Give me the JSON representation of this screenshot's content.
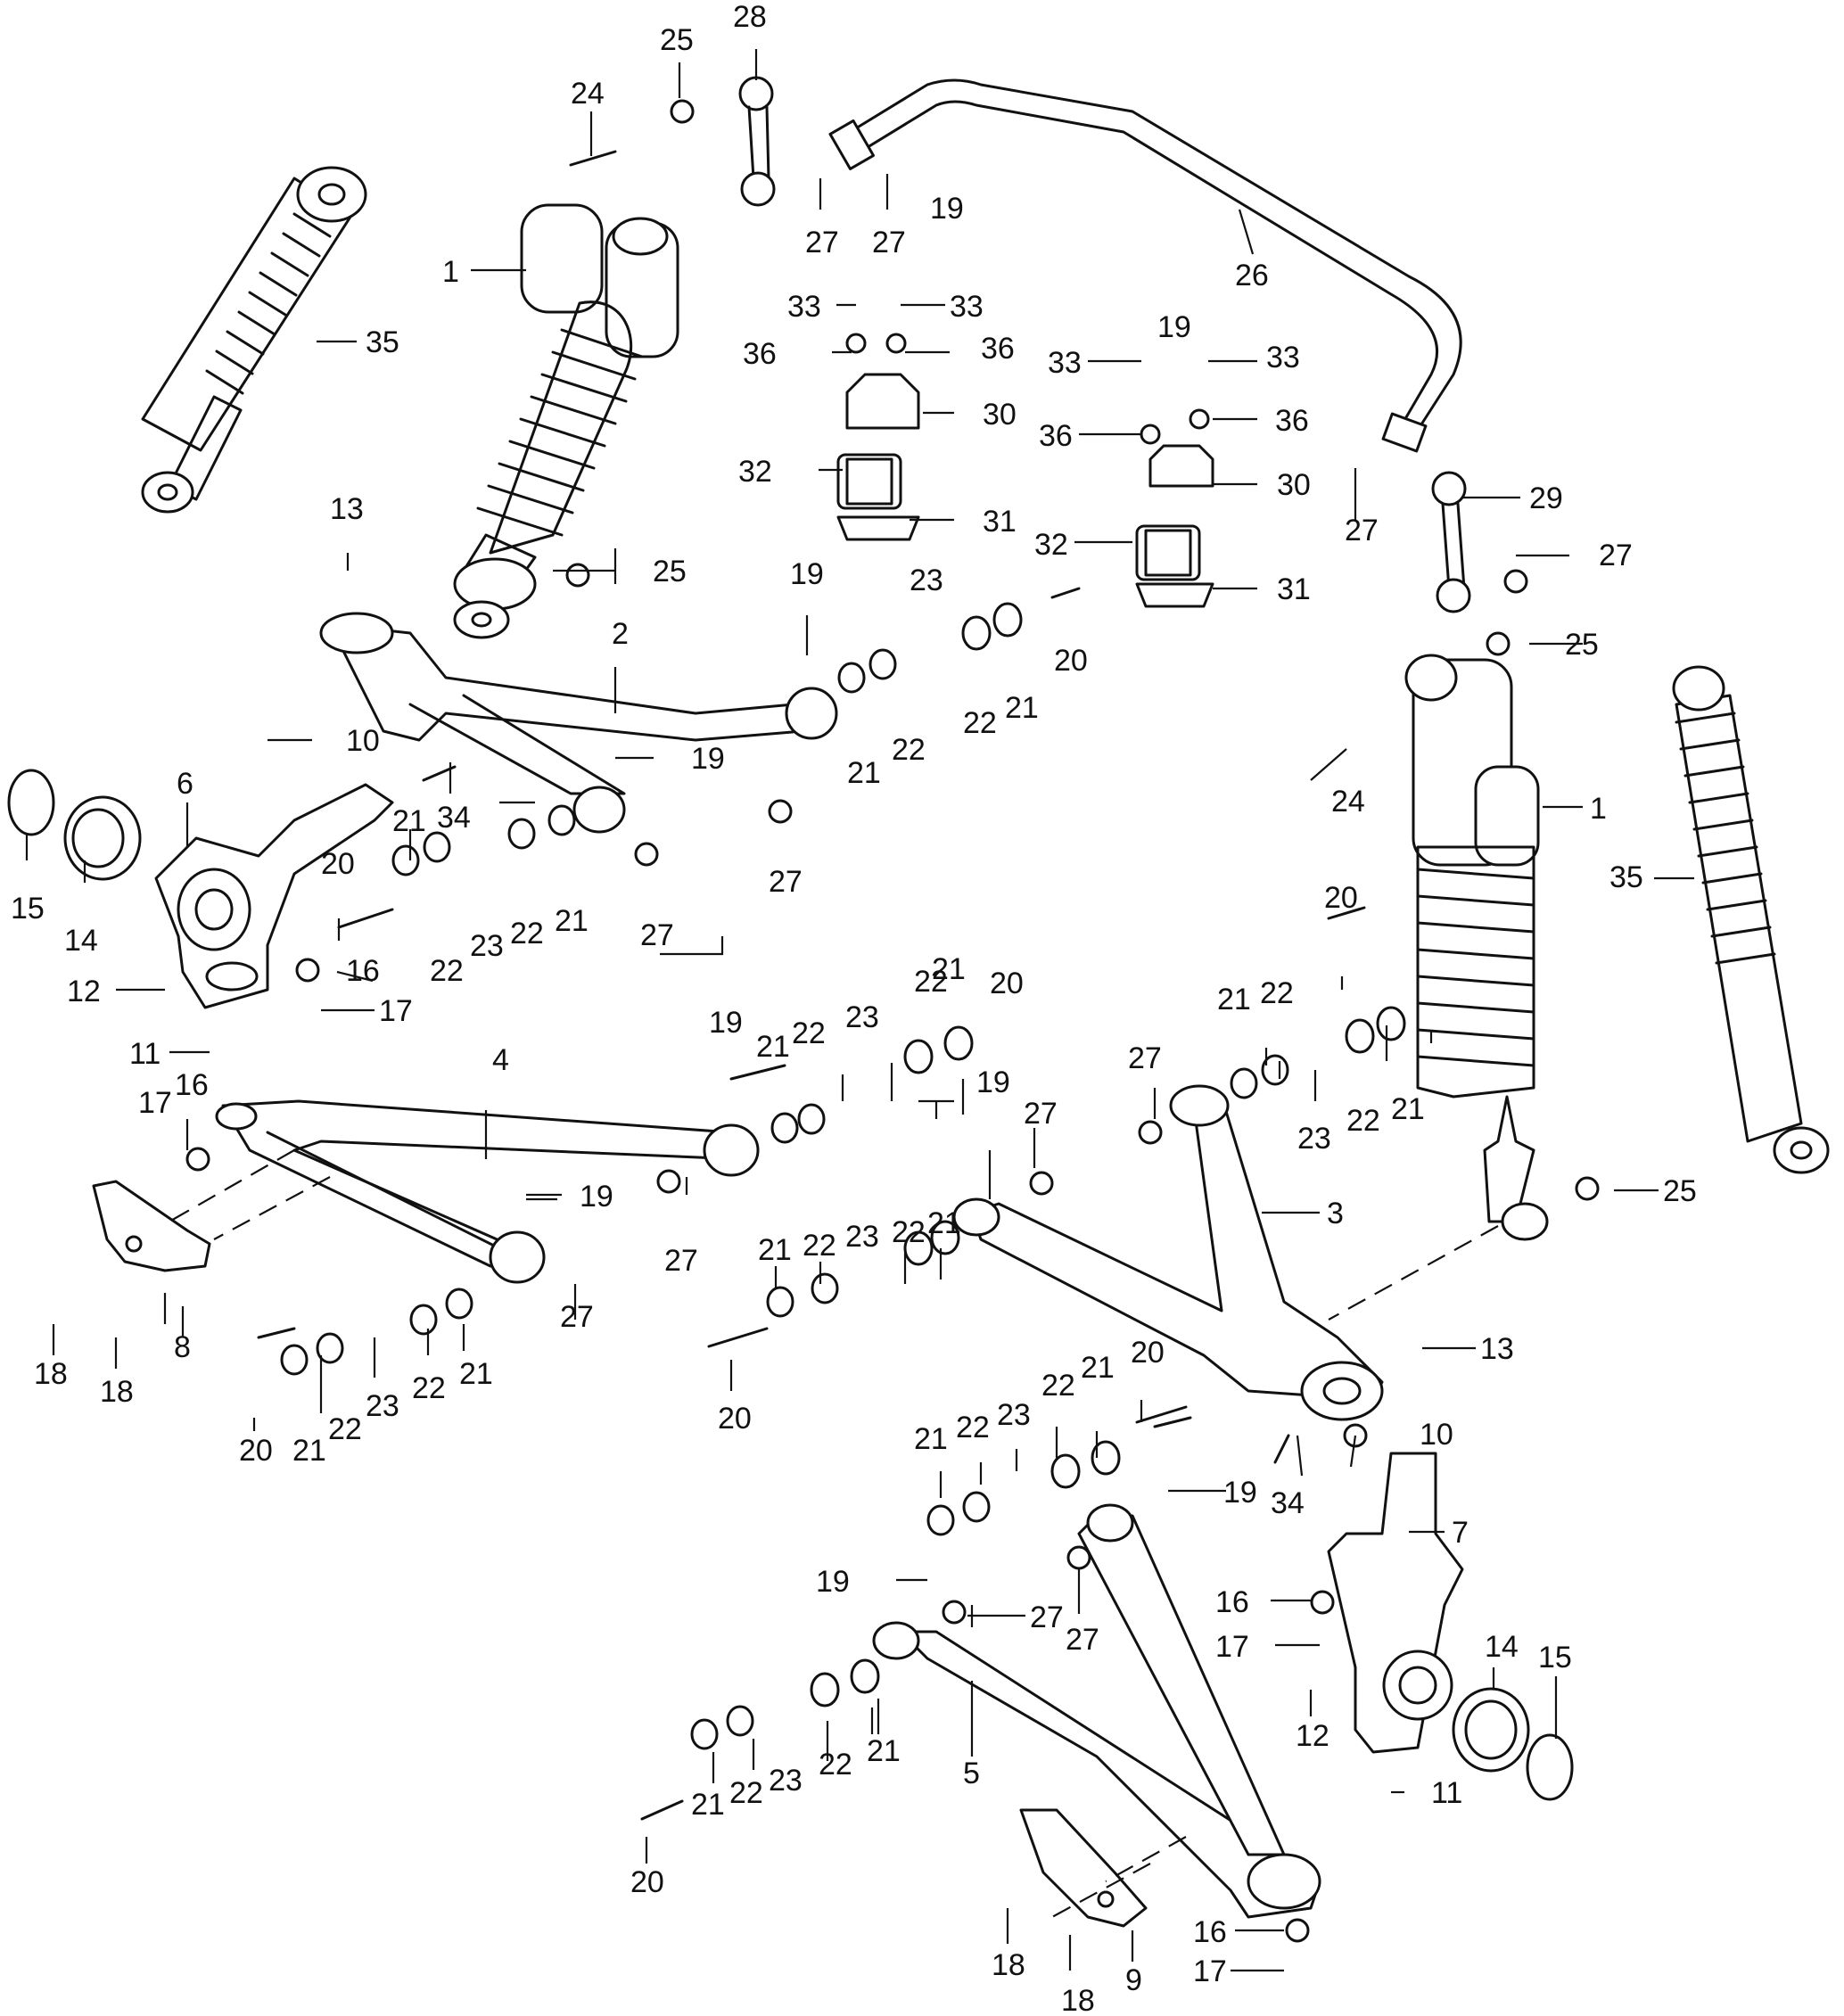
{
  "callouts": [
    {
      "id": "c28",
      "label": "28"
    },
    {
      "id": "c25a",
      "label": "25"
    },
    {
      "id": "c24a",
      "label": "24"
    },
    {
      "id": "c1a",
      "label": "1"
    },
    {
      "id": "c35a",
      "label": "35"
    },
    {
      "id": "c27a",
      "label": "27"
    },
    {
      "id": "c27b",
      "label": "27"
    },
    {
      "id": "c19a",
      "label": "19"
    },
    {
      "id": "c26",
      "label": "26"
    },
    {
      "id": "c33a",
      "label": "33"
    },
    {
      "id": "c33b",
      "label": "33"
    },
    {
      "id": "c36a",
      "label": "36"
    },
    {
      "id": "c36b",
      "label": "36"
    },
    {
      "id": "c30a",
      "label": "30"
    },
    {
      "id": "c32a",
      "label": "32"
    },
    {
      "id": "c31a",
      "label": "31"
    },
    {
      "id": "c19b",
      "label": "19"
    },
    {
      "id": "c33c",
      "label": "33"
    },
    {
      "id": "c33d",
      "label": "33"
    },
    {
      "id": "c36c",
      "label": "36"
    },
    {
      "id": "c36d",
      "label": "36"
    },
    {
      "id": "c30b",
      "label": "30"
    },
    {
      "id": "c32b",
      "label": "32"
    },
    {
      "id": "c31b",
      "label": "31"
    },
    {
      "id": "c29",
      "label": "29"
    },
    {
      "id": "c27c",
      "label": "27"
    },
    {
      "id": "c27d",
      "label": "27"
    },
    {
      "id": "c13a",
      "label": "13"
    },
    {
      "id": "c25b",
      "label": "25"
    },
    {
      "id": "c2",
      "label": "2"
    },
    {
      "id": "c19c",
      "label": "19"
    },
    {
      "id": "c23a",
      "label": "23"
    },
    {
      "id": "c20a",
      "label": "20"
    },
    {
      "id": "c21a",
      "label": "21"
    },
    {
      "id": "c22a",
      "label": "22"
    },
    {
      "id": "c22b",
      "label": "22"
    },
    {
      "id": "c21b",
      "label": "21"
    },
    {
      "id": "c25c",
      "label": "25"
    },
    {
      "id": "c24b",
      "label": "24"
    },
    {
      "id": "c1b",
      "label": "1"
    },
    {
      "id": "c35b",
      "label": "35"
    },
    {
      "id": "c10a",
      "label": "10"
    },
    {
      "id": "c19d",
      "label": "19"
    },
    {
      "id": "c27e",
      "label": "27"
    },
    {
      "id": "c34a",
      "label": "34"
    },
    {
      "id": "c15a",
      "label": "15"
    },
    {
      "id": "c14a",
      "label": "14"
    },
    {
      "id": "c6",
      "label": "6"
    },
    {
      "id": "c21c",
      "label": "21"
    },
    {
      "id": "c20b",
      "label": "20"
    },
    {
      "id": "c22c",
      "label": "22"
    },
    {
      "id": "c23b",
      "label": "23"
    },
    {
      "id": "c22d",
      "label": "22"
    },
    {
      "id": "c21d",
      "label": "21"
    },
    {
      "id": "c27f",
      "label": "27"
    },
    {
      "id": "c16a",
      "label": "16"
    },
    {
      "id": "c17a",
      "label": "17"
    },
    {
      "id": "c12a",
      "label": "12"
    },
    {
      "id": "c11a",
      "label": "11"
    },
    {
      "id": "c20c",
      "label": "20"
    },
    {
      "id": "c22e",
      "label": "22"
    },
    {
      "id": "c21e",
      "label": "21"
    },
    {
      "id": "c19e",
      "label": "19"
    },
    {
      "id": "c21f",
      "label": "21"
    },
    {
      "id": "c22f",
      "label": "22"
    },
    {
      "id": "c23c",
      "label": "23"
    },
    {
      "id": "c4",
      "label": "4"
    },
    {
      "id": "c17b",
      "label": "17"
    },
    {
      "id": "c16b",
      "label": "16"
    },
    {
      "id": "c19f",
      "label": "19"
    },
    {
      "id": "c27g",
      "label": "27"
    },
    {
      "id": "c8",
      "label": "8"
    },
    {
      "id": "c18a",
      "label": "18"
    },
    {
      "id": "c18b",
      "label": "18"
    },
    {
      "id": "c20d",
      "label": "20"
    },
    {
      "id": "c21g",
      "label": "21"
    },
    {
      "id": "c22g",
      "label": "22"
    },
    {
      "id": "c23d",
      "label": "23"
    },
    {
      "id": "c22h",
      "label": "22"
    },
    {
      "id": "c21h",
      "label": "21"
    },
    {
      "id": "c27h",
      "label": "27"
    },
    {
      "id": "c20e",
      "label": "20"
    },
    {
      "id": "c21i",
      "label": "21"
    },
    {
      "id": "c22i",
      "label": "22"
    },
    {
      "id": "c23e",
      "label": "23"
    },
    {
      "id": "c22j",
      "label": "22"
    },
    {
      "id": "c21j",
      "label": "21"
    },
    {
      "id": "c27i",
      "label": "27"
    },
    {
      "id": "c19g",
      "label": "19"
    },
    {
      "id": "c27j",
      "label": "27"
    },
    {
      "id": "c21k",
      "label": "21"
    },
    {
      "id": "c22k",
      "label": "22"
    },
    {
      "id": "c23f",
      "label": "23"
    },
    {
      "id": "c22l",
      "label": "22"
    },
    {
      "id": "c21l",
      "label": "21"
    },
    {
      "id": "c3",
      "label": "3"
    },
    {
      "id": "c25d",
      "label": "25"
    },
    {
      "id": "c20f",
      "label": "20"
    },
    {
      "id": "c13b",
      "label": "13"
    },
    {
      "id": "c20g",
      "label": "20"
    },
    {
      "id": "c21m",
      "label": "21"
    },
    {
      "id": "c22m",
      "label": "22"
    },
    {
      "id": "c23g",
      "label": "23"
    },
    {
      "id": "c22n",
      "label": "22"
    },
    {
      "id": "c21n",
      "label": "21"
    },
    {
      "id": "c10b",
      "label": "10"
    },
    {
      "id": "c34b",
      "label": "34"
    },
    {
      "id": "c19h",
      "label": "19"
    },
    {
      "id": "c7",
      "label": "7"
    },
    {
      "id": "c19i",
      "label": "19"
    },
    {
      "id": "c27k",
      "label": "27"
    },
    {
      "id": "c27l",
      "label": "27"
    },
    {
      "id": "c16c",
      "label": "16"
    },
    {
      "id": "c17c",
      "label": "17"
    },
    {
      "id": "c14b",
      "label": "14"
    },
    {
      "id": "c15b",
      "label": "15"
    },
    {
      "id": "c12b",
      "label": "12"
    },
    {
      "id": "c21o",
      "label": "21"
    },
    {
      "id": "c22o",
      "label": "22"
    },
    {
      "id": "c23h",
      "label": "23"
    },
    {
      "id": "c22p",
      "label": "22"
    },
    {
      "id": "c21p",
      "label": "21"
    },
    {
      "id": "c5",
      "label": "5"
    },
    {
      "id": "c11b",
      "label": "11"
    },
    {
      "id": "c20h",
      "label": "20"
    },
    {
      "id": "c18c",
      "label": "18"
    },
    {
      "id": "c9",
      "label": "9"
    },
    {
      "id": "c18d",
      "label": "18"
    },
    {
      "id": "c16d",
      "label": "16"
    },
    {
      "id": "c17d",
      "label": "17"
    }
  ]
}
